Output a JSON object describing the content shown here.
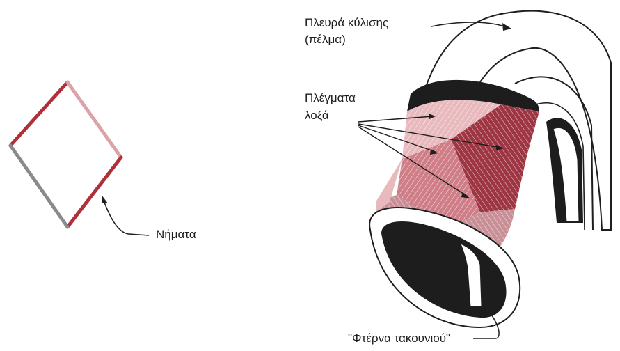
{
  "labels": {
    "threads": "Νήματα",
    "tread_line1": "Πλευρά κύλισης",
    "tread_line2": "(πέλμα)",
    "plies_line1": "Πλέγματα",
    "plies_line2": "λοξά",
    "bead": "\"Φτέρνα τακουνιού\""
  },
  "colors": {
    "ink": "#1e1e1e",
    "thread_red": "#b0303a",
    "thread_pink": "#d9a3a8",
    "thread_grey": "#8a8a8a",
    "ply_light": "#e8b9bd",
    "ply_mid": "#cf7d87",
    "ply_dark": "#9e3542",
    "ply_rose": "#c88f96",
    "tire_dark": "#1d1d1d"
  }
}
